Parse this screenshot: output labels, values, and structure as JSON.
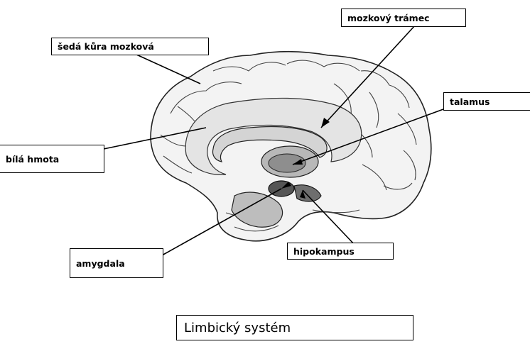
{
  "diagram": {
    "labels": {
      "gray_matter": "šedá kůra mozková",
      "corpus_callosum": "mozkový trámec",
      "thalamus": "talamus",
      "white_matter": "bílá hmota",
      "amygdala": "amygdala",
      "hippocampus": "hipokampus"
    },
    "caption": "Limbický systém"
  }
}
